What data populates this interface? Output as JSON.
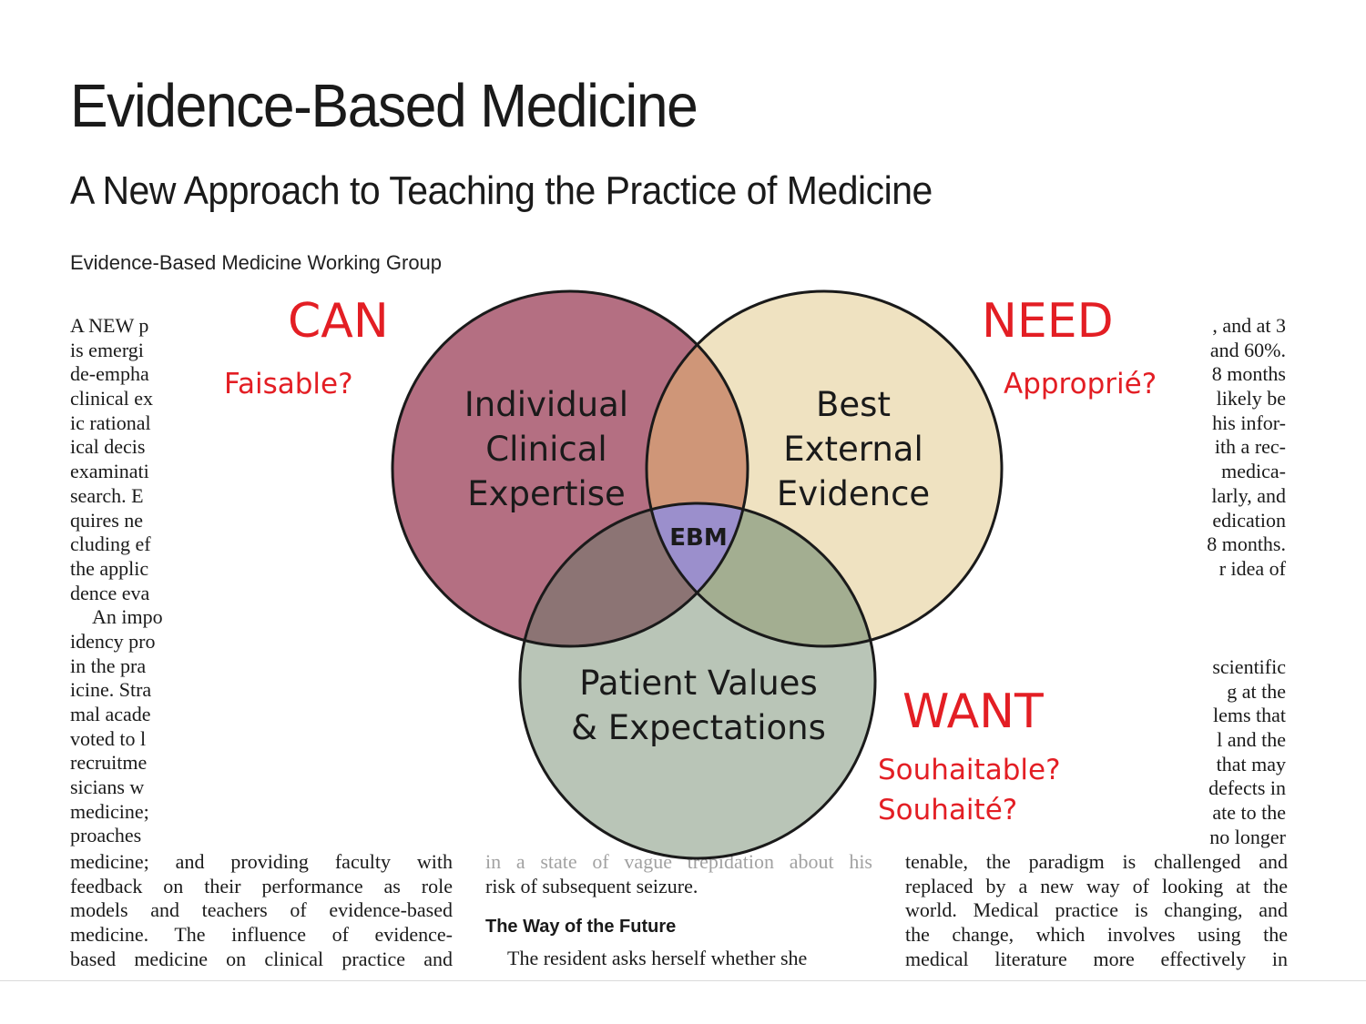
{
  "header": {
    "title": "Evidence-Based Medicine",
    "subtitle": "A New Approach to Teaching the Practice of Medicine",
    "byline": "Evidence-Based Medicine Working Group"
  },
  "venn": {
    "circles": [
      {
        "label_lines": [
          "Individual",
          "Clinical",
          "Expertise"
        ],
        "color": "#b46f82"
      },
      {
        "label_lines": [
          "Best",
          "External",
          "Evidence"
        ],
        "color": "#efe2c1"
      },
      {
        "label_lines": [
          "Patient Values",
          "& Expectations"
        ],
        "color": "#b9c5b7"
      }
    ],
    "center_label": "EBM",
    "center_color": "#9b8fcc"
  },
  "annotations": {
    "can": {
      "word": "CAN",
      "question": "Faisable?"
    },
    "need": {
      "word": "NEED",
      "question": "Approprié?"
    },
    "want": {
      "word": "WANT",
      "question_lines": [
        "Souhaitable?",
        "Souhaité?"
      ]
    },
    "color": "#e31e24"
  },
  "article": {
    "left_column": [
      "A NEW p",
      "is emergi",
      "de-empha",
      "clinical ex",
      "ic rational",
      "ical decis",
      "examinati",
      "search. E",
      "quires ne",
      "cluding ef",
      "the applic",
      "dence eva",
      "An impo",
      "idency pro",
      "in the pra",
      "icine. Stra",
      "mal acade",
      "voted to l",
      "recruitme",
      "sicians w",
      "medicine;",
      "proaches"
    ],
    "right_column_top": [
      ", and at 3",
      "and 60%.",
      "8 months",
      "likely be",
      "his infor-",
      "ith a rec-",
      "medica-",
      "larly, and",
      "edication",
      "8 months.",
      "r idea of"
    ],
    "right_column_bottom": [
      "scientific",
      "g at the",
      "lems that",
      "l and the",
      "that may",
      "defects in",
      "ate to the",
      "no longer"
    ],
    "bottom_left": [
      "medicine; and providing faculty with",
      "feedback on their performance as role",
      "models and teachers of evidence-based",
      "medicine. The influence of evidence-",
      "based medicine on clinical practice and"
    ],
    "bottom_mid_cut": "in a state of vague trepidation about his",
    "bottom_mid_line": "risk of subsequent seizure.",
    "bottom_mid_heading": "The Way of the Future",
    "bottom_mid_para": "The resident asks herself whether she",
    "bottom_right": [
      "tenable, the paradigm is challenged and",
      "replaced by a new way of looking at the",
      "world. Medical practice is changing, and",
      "the change, which involves using the",
      "medical literature more effectively in"
    ]
  }
}
